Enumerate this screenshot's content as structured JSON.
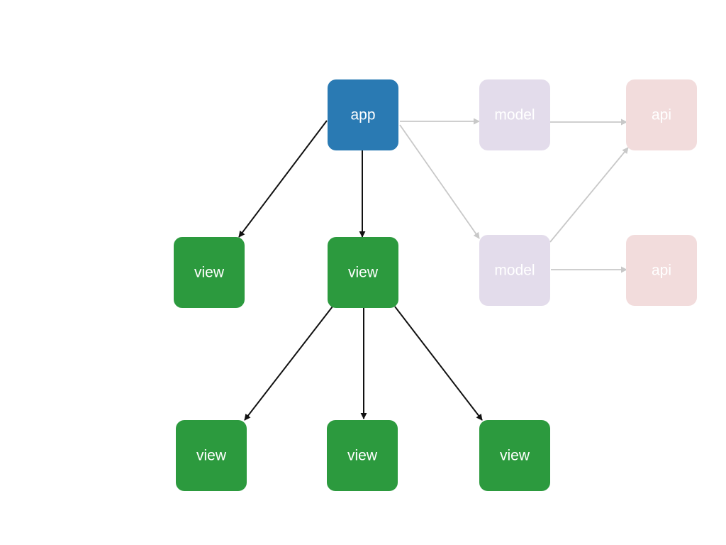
{
  "colors": {
    "app": "#2a7ab3",
    "view": "#2c9a3e",
    "model": "#e3dceb",
    "api": "#f2dcdc",
    "edge_active": "#111111",
    "edge_faded": "#c8c8c8"
  },
  "nodes": [
    {
      "id": "app",
      "label": "app",
      "kind": "app"
    },
    {
      "id": "model-1",
      "label": "model",
      "kind": "model"
    },
    {
      "id": "api-1",
      "label": "api",
      "kind": "api"
    },
    {
      "id": "view-left",
      "label": "view",
      "kind": "view"
    },
    {
      "id": "view-center",
      "label": "view",
      "kind": "view"
    },
    {
      "id": "model-2",
      "label": "model",
      "kind": "model"
    },
    {
      "id": "api-2",
      "label": "api",
      "kind": "api"
    },
    {
      "id": "view-bottom-left",
      "label": "view",
      "kind": "view"
    },
    {
      "id": "view-bottom-center",
      "label": "view",
      "kind": "view"
    },
    {
      "id": "view-bottom-right",
      "label": "view",
      "kind": "view"
    }
  ],
  "edges": [
    {
      "from": "app",
      "to": "view-left",
      "style": "active"
    },
    {
      "from": "app",
      "to": "view-center",
      "style": "active"
    },
    {
      "from": "view-center",
      "to": "view-bottom-left",
      "style": "active"
    },
    {
      "from": "view-center",
      "to": "view-bottom-center",
      "style": "active"
    },
    {
      "from": "view-center",
      "to": "view-bottom-right",
      "style": "active"
    },
    {
      "from": "app",
      "to": "model-1",
      "style": "faded"
    },
    {
      "from": "app",
      "to": "model-2",
      "style": "faded"
    },
    {
      "from": "model-1",
      "to": "api-1",
      "style": "faded"
    },
    {
      "from": "model-2",
      "to": "api-1",
      "style": "faded"
    },
    {
      "from": "model-2",
      "to": "api-2",
      "style": "faded"
    }
  ]
}
